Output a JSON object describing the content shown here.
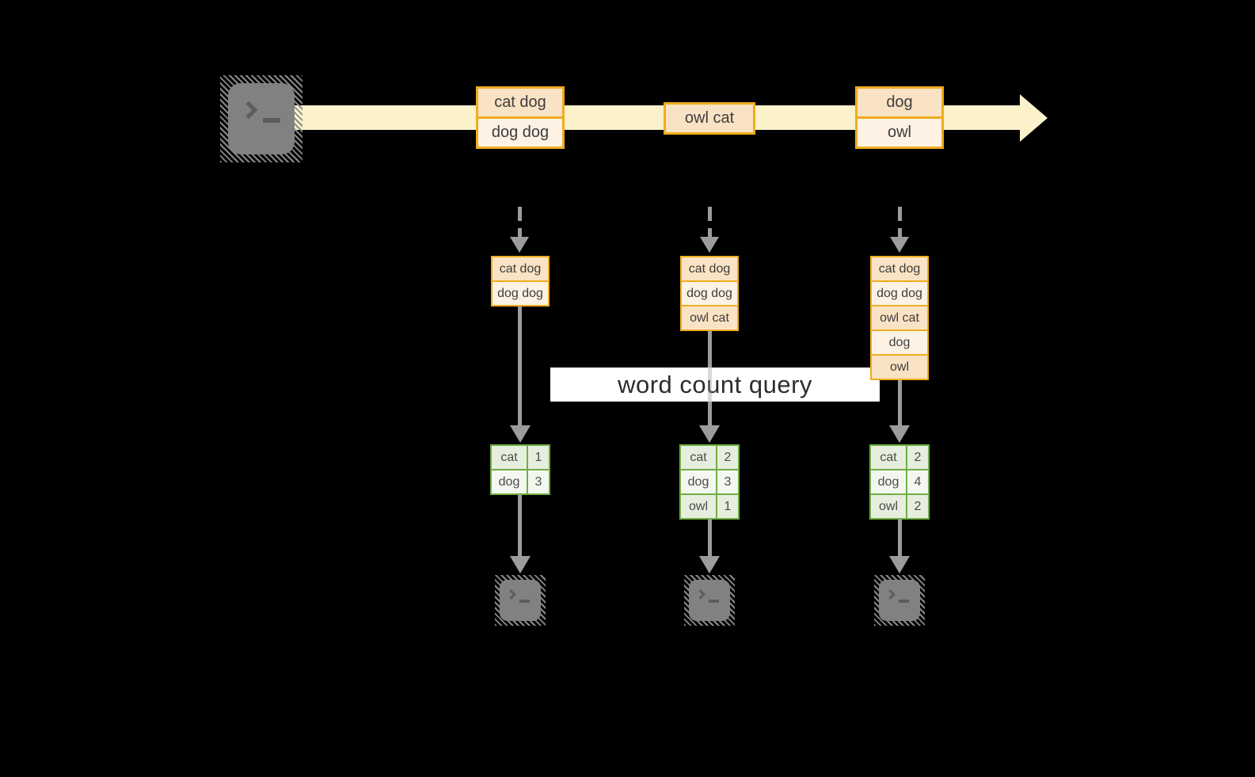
{
  "colors": {
    "background": "#000000",
    "stream_band": "#FBF1CA",
    "record_border": "#F0AC1E",
    "record_fill_dark": "#FAE3C4",
    "record_fill_light": "#FDF2E4",
    "table_border": "#6FAE44",
    "table_fill_dark": "#E6EEDD",
    "table_fill_light": "#F3F7F0",
    "arrow_gray": "#9C9C9C",
    "terminal_gray": "#818181",
    "query_band_background": "#FFFFFF"
  },
  "stream": {
    "source_icon": "terminal-icon",
    "batches": [
      {
        "records": [
          "cat dog",
          "dog dog"
        ]
      },
      {
        "records": [
          "owl cat"
        ]
      },
      {
        "records": [
          "dog",
          "owl"
        ]
      }
    ]
  },
  "query": {
    "label": "word count query"
  },
  "columns": [
    {
      "state": [
        "cat dog",
        "dog dog"
      ],
      "counts": [
        {
          "word": "cat",
          "count": "1"
        },
        {
          "word": "dog",
          "count": "3"
        }
      ]
    },
    {
      "state": [
        "cat dog",
        "dog dog",
        "owl cat"
      ],
      "counts": [
        {
          "word": "cat",
          "count": "2"
        },
        {
          "word": "dog",
          "count": "3"
        },
        {
          "word": "owl",
          "count": "1"
        }
      ]
    },
    {
      "state": [
        "cat dog",
        "dog dog",
        "owl cat",
        "dog",
        "owl"
      ],
      "counts": [
        {
          "word": "cat",
          "count": "2"
        },
        {
          "word": "dog",
          "count": "4"
        },
        {
          "word": "owl",
          "count": "2"
        }
      ]
    }
  ]
}
